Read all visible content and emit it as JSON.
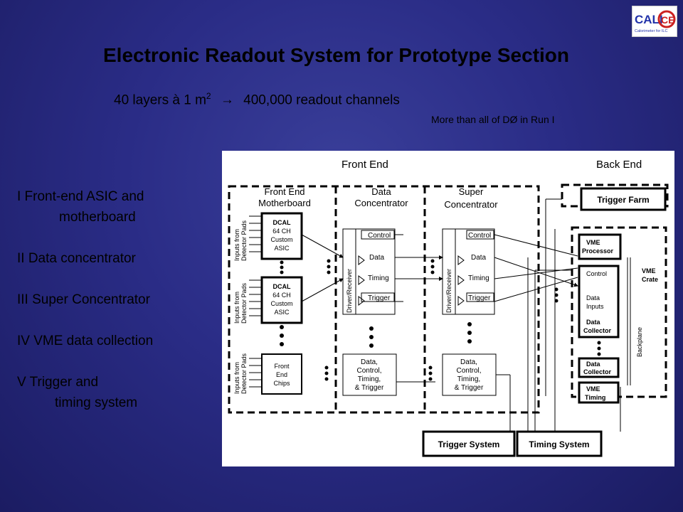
{
  "logo": {
    "text_a": "CALI",
    "text_b": "CE",
    "tagline": "Calorimeter for ILC"
  },
  "title": "Electronic Readout System for Prototype Section",
  "subtitle": {
    "prefix": "40 layers à 1 m",
    "sup": "2",
    "arrow": "→",
    "suffix": "400,000 readout channels"
  },
  "subnote": "More than all of DØ in Run I",
  "list": [
    {
      "line1": "I      Front-end ASIC and",
      "line2": "motherboard"
    },
    {
      "line1": "II     Data concentrator",
      "line2": ""
    },
    {
      "line1": "III    Super Concentrator",
      "line2": ""
    },
    {
      "line1": "IV    VME data collection",
      "line2": ""
    },
    {
      "line1": "V    Trigger and",
      "line2": "timing system"
    }
  ],
  "diagram": {
    "front_end_label": "Front End",
    "back_end_label": "Back End",
    "inputs_label_1": "Inputs from",
    "inputs_label_2": "Detector Pads",
    "col_frontend": [
      "Front End",
      "Motherboard"
    ],
    "col_data": [
      "Data",
      "Concentrator"
    ],
    "col_super": [
      "Super",
      "Concentrator"
    ],
    "dcal": [
      "DCAL",
      "64 CH",
      "Custom",
      "ASIC"
    ],
    "fe_chips": [
      "Front",
      "End",
      "Chips"
    ],
    "driver_receiver": "Driver/Receiver",
    "sig_control": "Control",
    "sig_data": "Data",
    "sig_timing": "Timing",
    "sig_trigger": "Trigger",
    "dctt": [
      "Data,",
      "Control,",
      "Timing,",
      "& Trigger"
    ],
    "trigger_farm": "Trigger Farm",
    "vme_processor": [
      "VME",
      "Processor"
    ],
    "vme_crate": [
      "VME",
      "Crate"
    ],
    "backplane": "Backplane",
    "collector_control": "Control",
    "data_inputs": [
      "Data",
      "Inputs"
    ],
    "data_collector": [
      "Data",
      "Collector"
    ],
    "vme_timing": [
      "VME",
      "Timing"
    ],
    "trigger_system": "Trigger System",
    "timing_system": "Timing System"
  }
}
